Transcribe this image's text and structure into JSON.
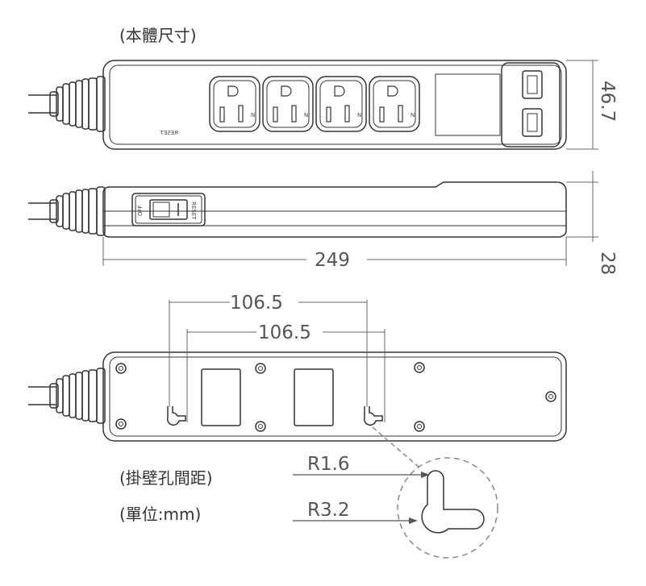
{
  "captions": {
    "body_dimensions": "(本體尺寸)",
    "hanging_hole_spacing": "(掛壁孔間距)",
    "unit": "(單位:mm)"
  },
  "dimensions": {
    "height": "46.7",
    "length": "249",
    "thickness": "28",
    "hole_spacing_outer": "106.5",
    "hole_spacing_inner": "106.5",
    "radius_small": "R1.6",
    "radius_large": "R3.2"
  },
  "switch_labels": {
    "off": "OFF",
    "reset": "RESET"
  },
  "top_view": {
    "reset_mark": "RESET",
    "outlet_neutral_mark": "N"
  },
  "colors": {
    "line": "#333333",
    "dim_line": "#666666",
    "dashed": "#888888"
  }
}
